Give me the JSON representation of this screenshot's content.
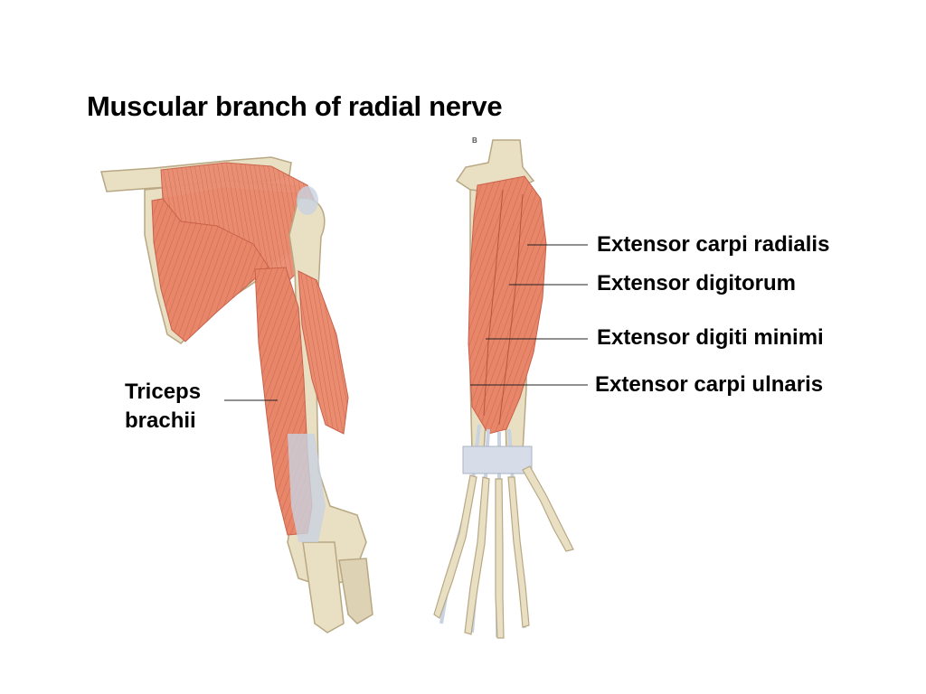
{
  "title": "Muscular branch of radial nerve",
  "panel_letter": "B",
  "labels": {
    "triceps_line1": "Triceps",
    "triceps_line2": "brachii",
    "extensor_carpi_radialis": "Extensor carpi radialis",
    "extensor_digitorum": "Extensor digitorum",
    "extensor_digiti_minimi": "Extensor digiti minimi",
    "extensor_carpi_ulnaris": "Extensor carpi ulnaris"
  },
  "colors": {
    "muscle": "#e8866a",
    "muscle_dark": "#c9604a",
    "bone": "#e9dfc3",
    "bone_shade": "#c9bb98",
    "tendon": "#c8d2e0"
  }
}
